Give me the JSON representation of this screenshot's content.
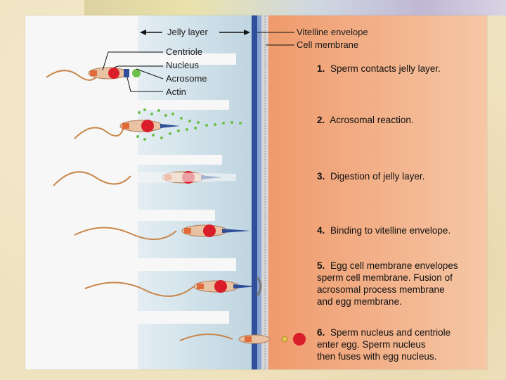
{
  "labels": {
    "jelly_layer": "Jelly layer",
    "vitelline_envelope": "Vitelline envelope",
    "cell_membrane": "Cell membrane",
    "centriole": "Centriole",
    "nucleus": "Nucleus",
    "acrosome": "Acrosome",
    "actin": "Actin"
  },
  "steps": [
    {
      "number": "1.",
      "lines": [
        "Sperm contacts jelly layer."
      ]
    },
    {
      "number": "2.",
      "lines": [
        "Acrosomal reaction."
      ]
    },
    {
      "number": "3.",
      "lines": [
        "Digestion of jelly layer."
      ]
    },
    {
      "number": "4.",
      "lines": [
        "Binding to vitelline envelope."
      ]
    },
    {
      "number": "5.",
      "lines": [
        "Egg cell membrane envelopes",
        "sperm cell membrane. Fusion of",
        "acrosomal process membrane",
        "and egg membrane."
      ]
    },
    {
      "number": "6.",
      "lines": [
        "Sperm nucleus and centriole",
        "enter egg. Sperm nucleus",
        "then fuses with egg nucleus."
      ]
    }
  ],
  "colors": {
    "jelly": "#c9dce6",
    "egg": "#f0a47a",
    "envelope": "#2f4f9a",
    "sperm_body": "#e8c2a3",
    "nucleus": "#d91e2a",
    "acrosome": "#6cc04a"
  }
}
